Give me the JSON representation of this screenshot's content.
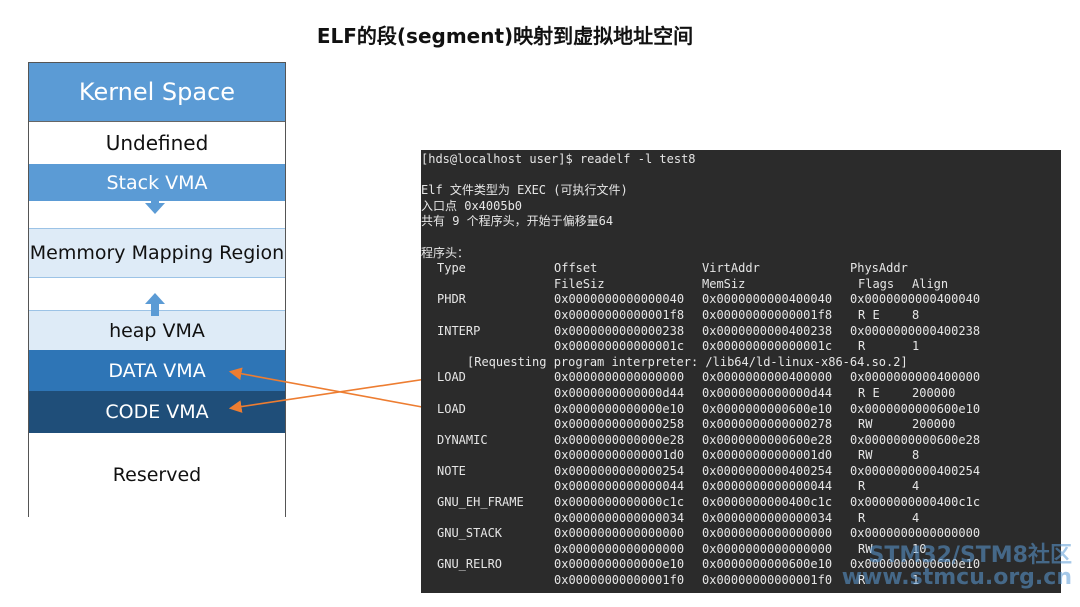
{
  "title": "ELF的段(segment)映射到虚拟地址空间",
  "memory_layout": {
    "kernel": "Kernel Space",
    "undefined": "Undefined",
    "stack": "Stack  VMA",
    "mmap": "Memmory Mapping Region",
    "heap": "heap  VMA",
    "data": "DATA  VMA",
    "code": "CODE  VMA",
    "reserved": "Reserved"
  },
  "terminal": {
    "prompt": "[hds@localhost user]$ readelf -l test8",
    "blank": "",
    "elf_type": "Elf 文件类型为 EXEC (可执行文件)",
    "entry": "入口点 0x4005b0",
    "count": "共有 9 个程序头，开始于偏移量64",
    "ph_header": "程序头：",
    "headers": {
      "type": "Type",
      "offset": "Offset",
      "virt": "VirtAddr",
      "phys": "PhysAddr",
      "filesiz": "FileSiz",
      "memsiz": "MemSiz",
      "flags": "Flags",
      "align": "Align"
    },
    "segments": [
      {
        "type": "PHDR",
        "offset": "0x0000000000000040",
        "virt": "0x0000000000400040",
        "phys": "0x0000000000400040",
        "filesiz": "0x00000000000001f8",
        "memsiz": "0x00000000000001f8",
        "flags": "R E",
        "align": "8"
      },
      {
        "type": "INTERP",
        "offset": "0x0000000000000238",
        "virt": "0x0000000000400238",
        "phys": "0x0000000000400238",
        "filesiz": "0x000000000000001c",
        "memsiz": "0x000000000000001c",
        "flags": "R",
        "align": "1"
      },
      {
        "type": "LOAD",
        "offset": "0x0000000000000000",
        "virt": "0x0000000000400000",
        "phys": "0x0000000000400000",
        "filesiz": "0x0000000000000d44",
        "memsiz": "0x0000000000000d44",
        "flags": "R E",
        "align": "200000"
      },
      {
        "type": "LOAD",
        "offset": "0x0000000000000e10",
        "virt": "0x0000000000600e10",
        "phys": "0x0000000000600e10",
        "filesiz": "0x0000000000000258",
        "memsiz": "0x0000000000000278",
        "flags": "RW",
        "align": "200000"
      },
      {
        "type": "DYNAMIC",
        "offset": "0x0000000000000e28",
        "virt": "0x0000000000600e28",
        "phys": "0x0000000000600e28",
        "filesiz": "0x00000000000001d0",
        "memsiz": "0x00000000000001d0",
        "flags": "RW",
        "align": "8"
      },
      {
        "type": "NOTE",
        "offset": "0x0000000000000254",
        "virt": "0x0000000000400254",
        "phys": "0x0000000000400254",
        "filesiz": "0x0000000000000044",
        "memsiz": "0x0000000000000044",
        "flags": "R",
        "align": "4"
      },
      {
        "type": "GNU_EH_FRAME",
        "offset": "0x0000000000000c1c",
        "virt": "0x0000000000400c1c",
        "phys": "0x0000000000400c1c",
        "filesiz": "0x0000000000000034",
        "memsiz": "0x0000000000000034",
        "flags": "R",
        "align": "4"
      },
      {
        "type": "GNU_STACK",
        "offset": "0x0000000000000000",
        "virt": "0x0000000000000000",
        "phys": "0x0000000000000000",
        "filesiz": "0x0000000000000000",
        "memsiz": "0x0000000000000000",
        "flags": "RW",
        "align": "10"
      },
      {
        "type": "GNU_RELRO",
        "offset": "0x0000000000000e10",
        "virt": "0x0000000000600e10",
        "phys": "0x0000000000600e10",
        "filesiz": "0x00000000000001f0",
        "memsiz": "0x00000000000001f0",
        "flags": "R",
        "align": "1"
      }
    ],
    "interp_note": "[Requesting program interpreter: /lib64/ld-linux-x86-64.so.2]"
  },
  "watermark": {
    "line1": "STM32/STM8社区",
    "line2": "www.stmcu.org.cn"
  },
  "colors": {
    "kernel": "#5b9bd5",
    "stack": "#5b9bd5",
    "light_region": "#deebf7",
    "data": "#2e75b6",
    "code": "#1f4e79",
    "arrow_orange": "#ed7d31",
    "terminal_bg": "#2b2b2b"
  }
}
